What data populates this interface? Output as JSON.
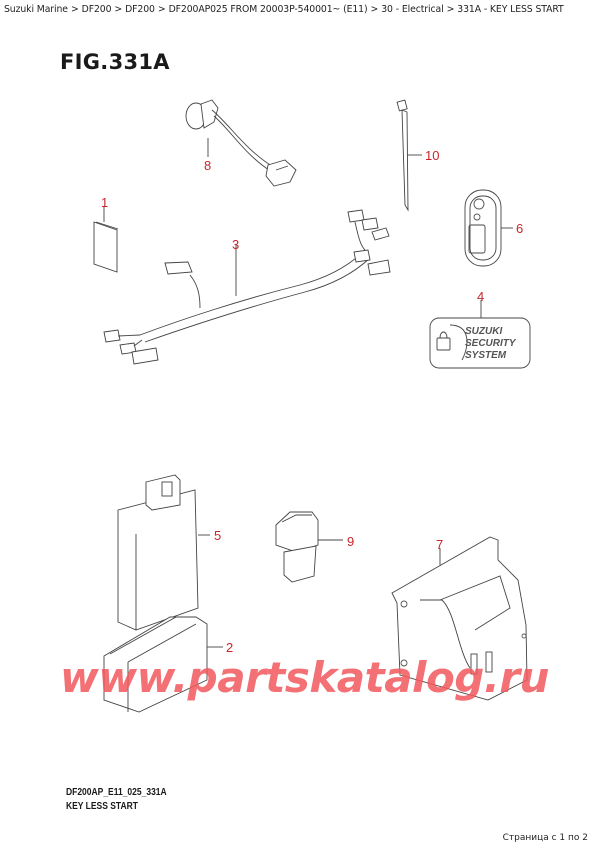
{
  "breadcrumb": {
    "items": [
      "Suzuki Marine",
      "DF200",
      "DF200",
      "DF200AP025 FROM 20003P-540001~ (E11)",
      "30 - Electrical",
      "331A - KEY LESS START"
    ],
    "separator": ">"
  },
  "figure": {
    "title": "FIG.331A",
    "code": "DF200AP_E11_025_331A",
    "name": "KEY LESS START"
  },
  "callouts": [
    {
      "number": "1",
      "part": "card"
    },
    {
      "number": "2",
      "part": "holder-case"
    },
    {
      "number": "3",
      "part": "wiring-harness"
    },
    {
      "number": "4",
      "part": "security-system-label"
    },
    {
      "number": "5",
      "part": "control-module"
    },
    {
      "number": "6",
      "part": "key-fob"
    },
    {
      "number": "7",
      "part": "bracket"
    },
    {
      "number": "8",
      "part": "antenna-sensor"
    },
    {
      "number": "9",
      "part": "push-switch"
    },
    {
      "number": "10",
      "part": "cable-tie"
    }
  ],
  "label_text": [
    "SUZUKI",
    "SECURITY",
    "SYSTEM"
  ],
  "watermark": "www.partskatalog.ru",
  "pagination": "Страница с 1 по 2",
  "colors": {
    "callout": "#c8262b",
    "watermark": "#f2585c",
    "lines": "#444444"
  }
}
